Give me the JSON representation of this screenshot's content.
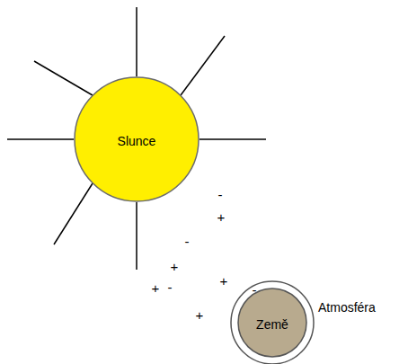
{
  "diagram": {
    "nodes": [
      {
        "text": [
          "Slunce"
        ]
      },
      {
        "text": [
          "Atmosféra"
        ]
      },
      {
        "text": [
          "Země"
        ],
        "in": 1
      }
    ],
    "labels": [
      "-",
      "+",
      "-",
      "+",
      "+",
      "-",
      "+",
      "-",
      "+"
    ]
  }
}
